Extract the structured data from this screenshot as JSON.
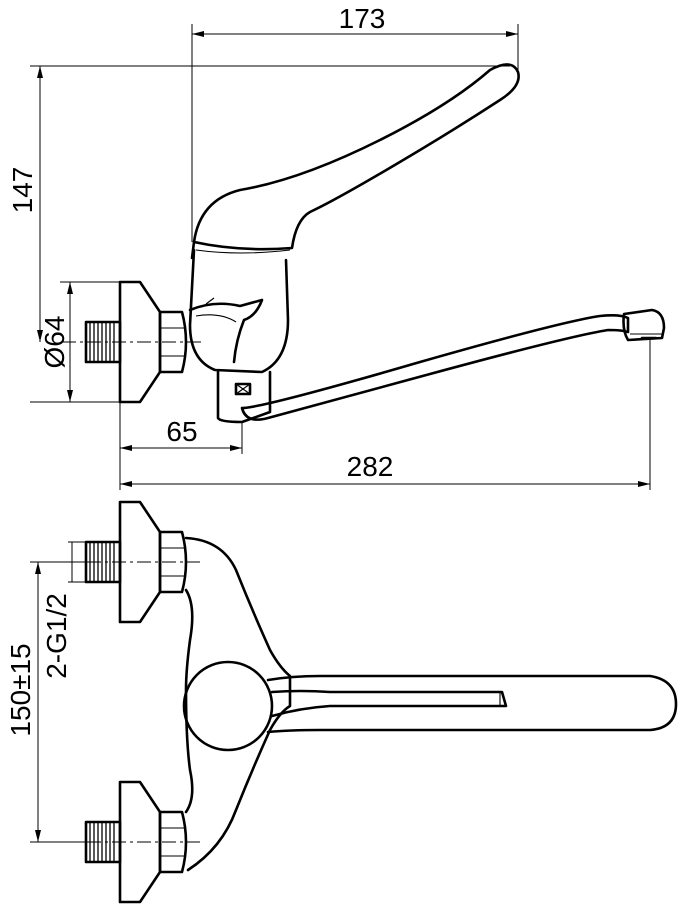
{
  "dimensions": {
    "lever_reach": "173",
    "height": "147",
    "diameter": "Ø64",
    "wall_offset": "65",
    "spout_length": "282",
    "inlet_spacing": "150±15",
    "connection": "2-G1/2"
  }
}
